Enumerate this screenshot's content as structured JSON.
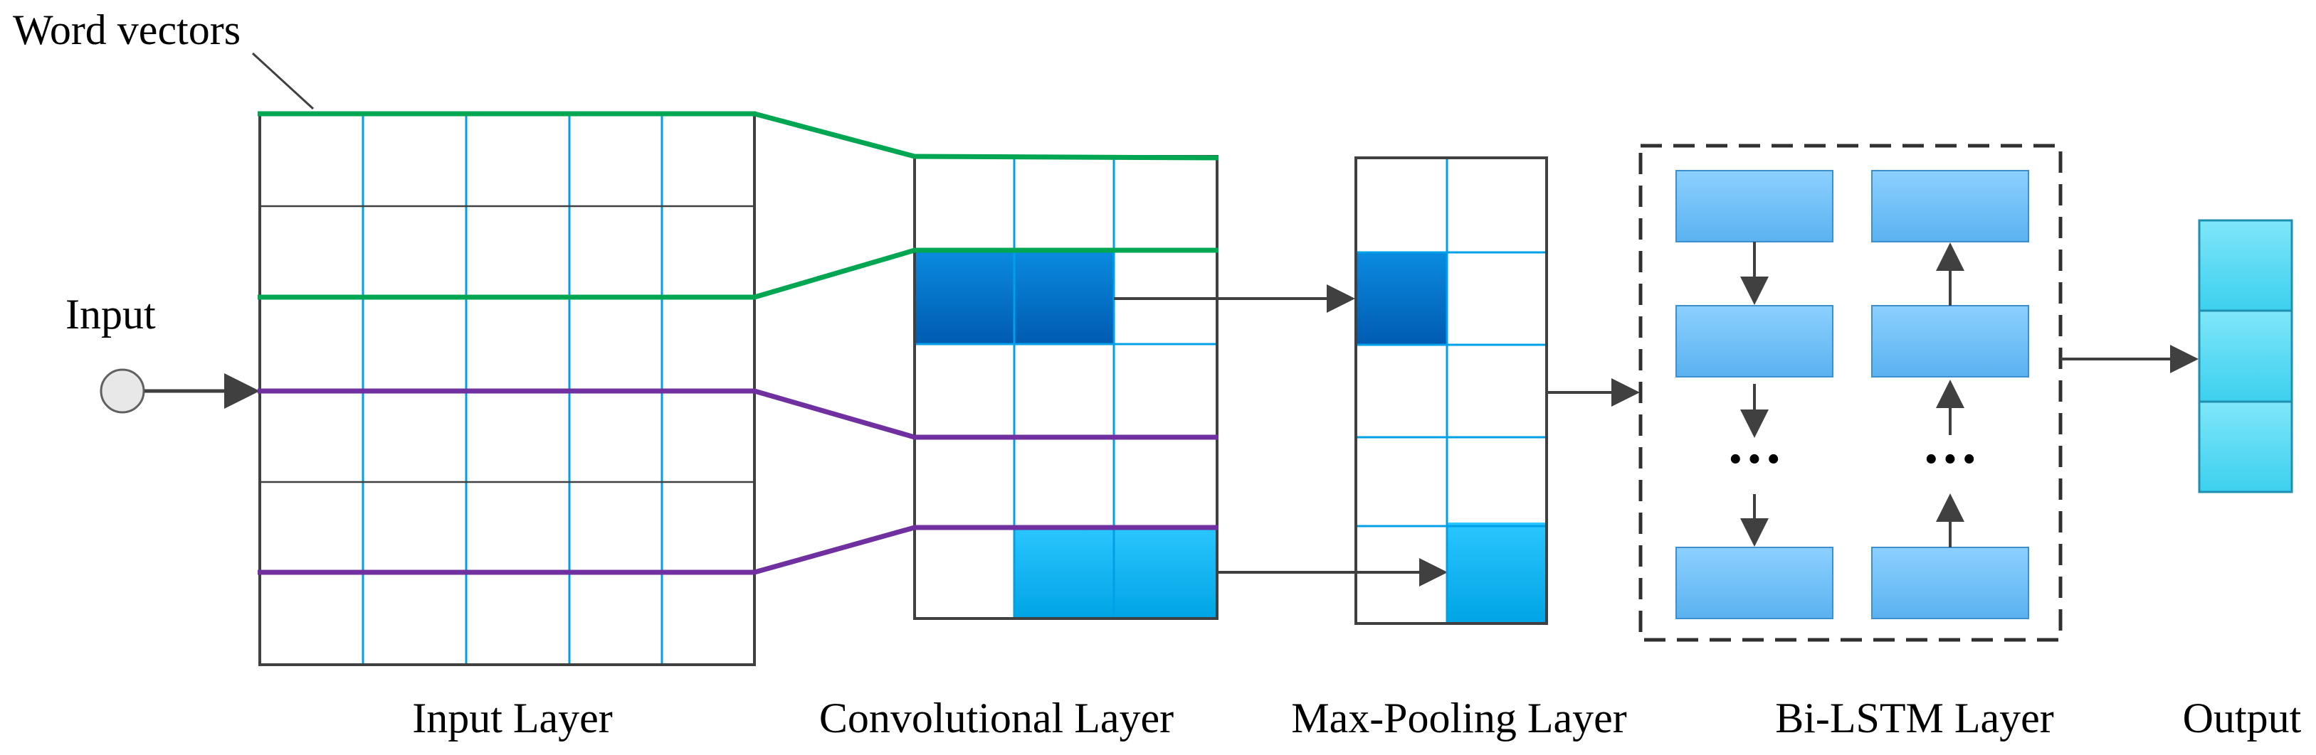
{
  "labels": {
    "word_vectors": "Word vectors",
    "input": "Input",
    "input_layer": "Input  Layer",
    "conv_layer": "Convolutional Layer",
    "pool_layer": "Max-Pooling Layer",
    "lstm_layer": "Bi-LSTM Layer",
    "output": "Output",
    "ellipsis_left": "···",
    "ellipsis_right": "···"
  },
  "colors": {
    "green_line": "#00a651",
    "purple_line": "#7030a0",
    "grid_blue": "#00a0e9",
    "dark_blue_cell": "#0070c0",
    "light_blue_cell": "#00b0f0",
    "lstm_cell": "#6fc0f6",
    "output_cell": "#4fd8f0",
    "border": "#404040"
  }
}
